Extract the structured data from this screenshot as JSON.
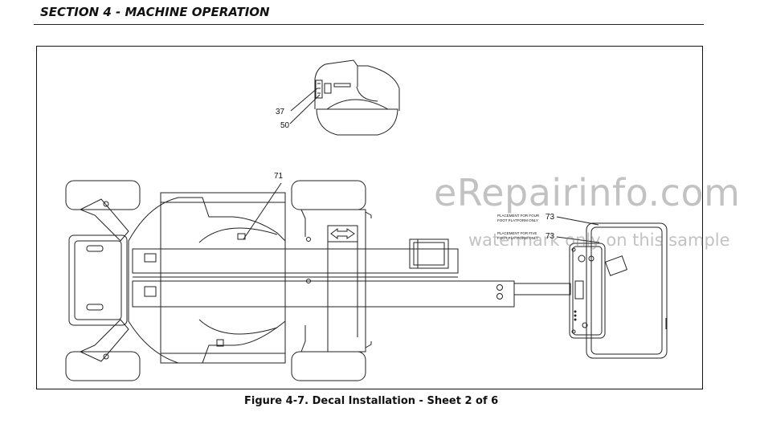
{
  "header": {
    "title": "SECTION 4 - MACHINE OPERATION"
  },
  "figure": {
    "caption": "Figure 4-7. Decal Installation - Sheet 2 of 6",
    "callouts": {
      "c37": "37",
      "c50": "50",
      "c71": "71",
      "c73a": "73",
      "c73b": "73"
    },
    "notes": {
      "four_ft_line1": "PLACEMENT FOR FOUR",
      "four_ft_line2": "FOOT PLATFORM ONLY",
      "five_ft_line1": "PLACEMENT FOR FIVE",
      "five_ft_line2": "FOOT PLATFORM ONLY"
    }
  },
  "watermark": {
    "brand": "eRepairinfo.com",
    "note": "watermark only on this sample"
  }
}
